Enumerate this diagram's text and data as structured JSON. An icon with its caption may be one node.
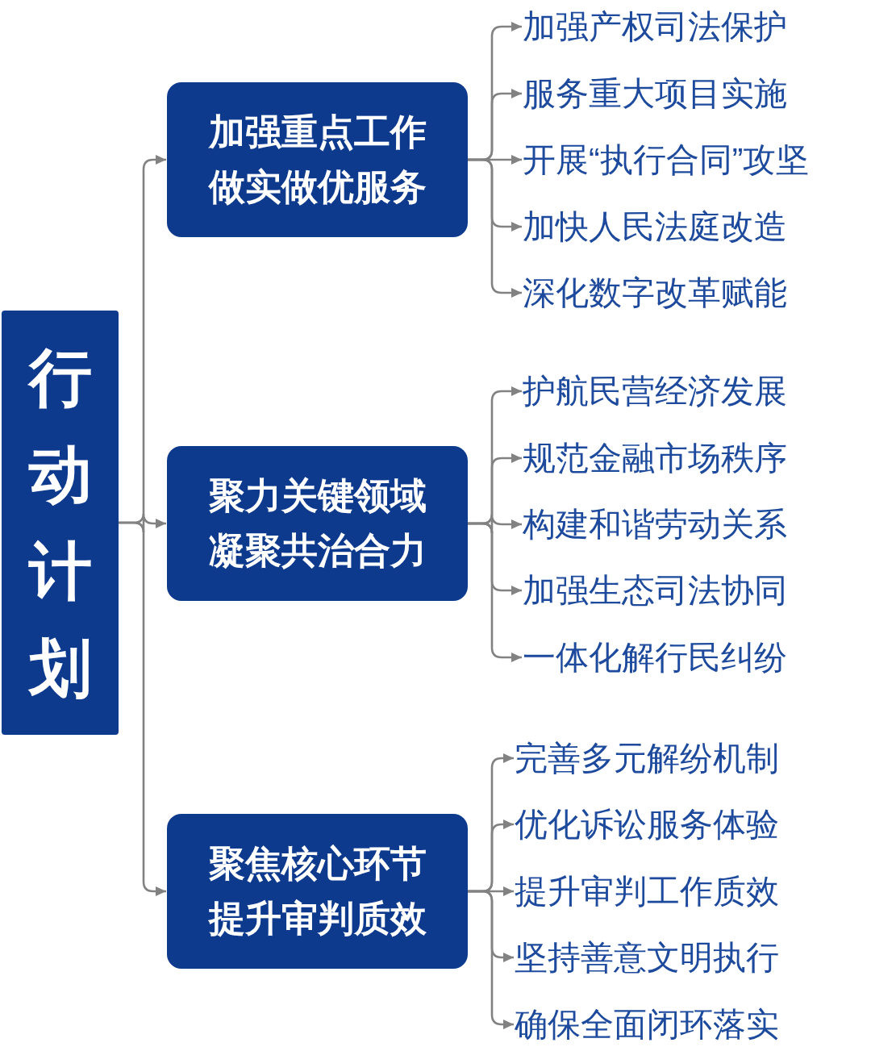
{
  "diagram": {
    "nodes": [
      {
        "text": [
          "行动计划"
        ]
      },
      {
        "text": [
          "加强重点工作做实做优服务"
        ]
      },
      {
        "text": [
          "聚力关键领域凝聚共治合力"
        ]
      },
      {
        "text": [
          "聚焦核心环节提升审判质效"
        ]
      },
      {
        "text": [
          "加强产权司法保护"
        ]
      },
      {
        "text": [
          "服务重大项目实施"
        ]
      },
      {
        "text": [
          "开展“执行合同”攻坚"
        ]
      },
      {
        "text": [
          "加快人民法庭改造"
        ]
      },
      {
        "text": [
          "深化数字改革赋能"
        ]
      },
      {
        "text": [
          "护航民营经济发展"
        ]
      },
      {
        "text": [
          "规范金融市场秩序"
        ]
      },
      {
        "text": [
          "构建和谐劳动关系"
        ]
      },
      {
        "text": [
          "加强生态司法协同"
        ]
      },
      {
        "text": [
          "一体化解行民纠纷"
        ]
      },
      {
        "text": [
          "完善多元解纷机制"
        ]
      },
      {
        "text": [
          "优化诉讼服务体验"
        ]
      },
      {
        "text": [
          "提升审判工作质效"
        ]
      },
      {
        "text": [
          "坚持善意文明执行"
        ]
      },
      {
        "text": [
          "确保全面闭环落实"
        ]
      }
    ],
    "edges": [
      {
        "from": 0,
        "to": 1,
        "arrow": "to"
      },
      {
        "from": 0,
        "to": 2,
        "arrow": "to"
      },
      {
        "from": 0,
        "to": 3,
        "arrow": "to"
      },
      {
        "from": 1,
        "to": 4,
        "arrow": "to"
      },
      {
        "from": 1,
        "to": 5,
        "arrow": "to"
      },
      {
        "from": 1,
        "to": 6,
        "arrow": "to"
      },
      {
        "from": 1,
        "to": 7,
        "arrow": "to"
      },
      {
        "from": 1,
        "to": 8,
        "arrow": "to"
      },
      {
        "from": 2,
        "to": 9,
        "arrow": "to"
      },
      {
        "from": 2,
        "to": 10,
        "arrow": "to"
      },
      {
        "from": 2,
        "to": 11,
        "arrow": "to"
      },
      {
        "from": 2,
        "to": 12,
        "arrow": "to"
      },
      {
        "from": 2,
        "to": 13,
        "arrow": "to"
      },
      {
        "from": 3,
        "to": 14,
        "arrow": "to"
      },
      {
        "from": 3,
        "to": 15,
        "arrow": "to"
      },
      {
        "from": 3,
        "to": 16,
        "arrow": "to"
      },
      {
        "from": 3,
        "to": 17,
        "arrow": "to"
      },
      {
        "from": 3,
        "to": 18,
        "arrow": "to"
      }
    ]
  }
}
